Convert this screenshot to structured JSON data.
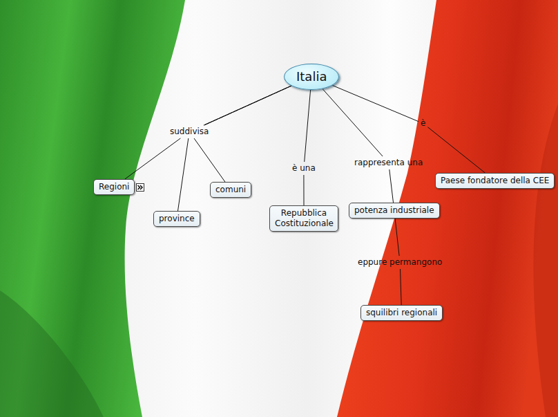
{
  "diagram": {
    "nodes": [
      {
        "text": [
          "Italia"
        ]
      },
      {
        "text": [
          "Regioni"
        ]
      },
      {
        "text": [
          "province"
        ]
      },
      {
        "text": [
          "comuni"
        ]
      },
      {
        "text": [
          "Repubblica Costituzionale"
        ]
      },
      {
        "text": [
          "potenza industriale"
        ]
      },
      {
        "text": [
          "Paese fondatore della CEE"
        ]
      },
      {
        "text": [
          "squilibri regionali"
        ]
      }
    ],
    "edges": [
      {
        "from": 0,
        "to": 1,
        "label": "suddivisa",
        "arrow": "none"
      },
      {
        "from": 0,
        "to": 2,
        "arrow": "none"
      },
      {
        "from": 0,
        "to": 3,
        "arrow": "none"
      },
      {
        "from": 0,
        "to": 4,
        "label": "è una",
        "arrow": "none"
      },
      {
        "from": 0,
        "to": 5,
        "label": "rappresenta una",
        "arrow": "none"
      },
      {
        "from": 0,
        "to": 6,
        "label": "è",
        "arrow": "none"
      },
      {
        "from": 5,
        "to": 7,
        "label": "eppure permangono",
        "arrow": "none"
      }
    ]
  }
}
